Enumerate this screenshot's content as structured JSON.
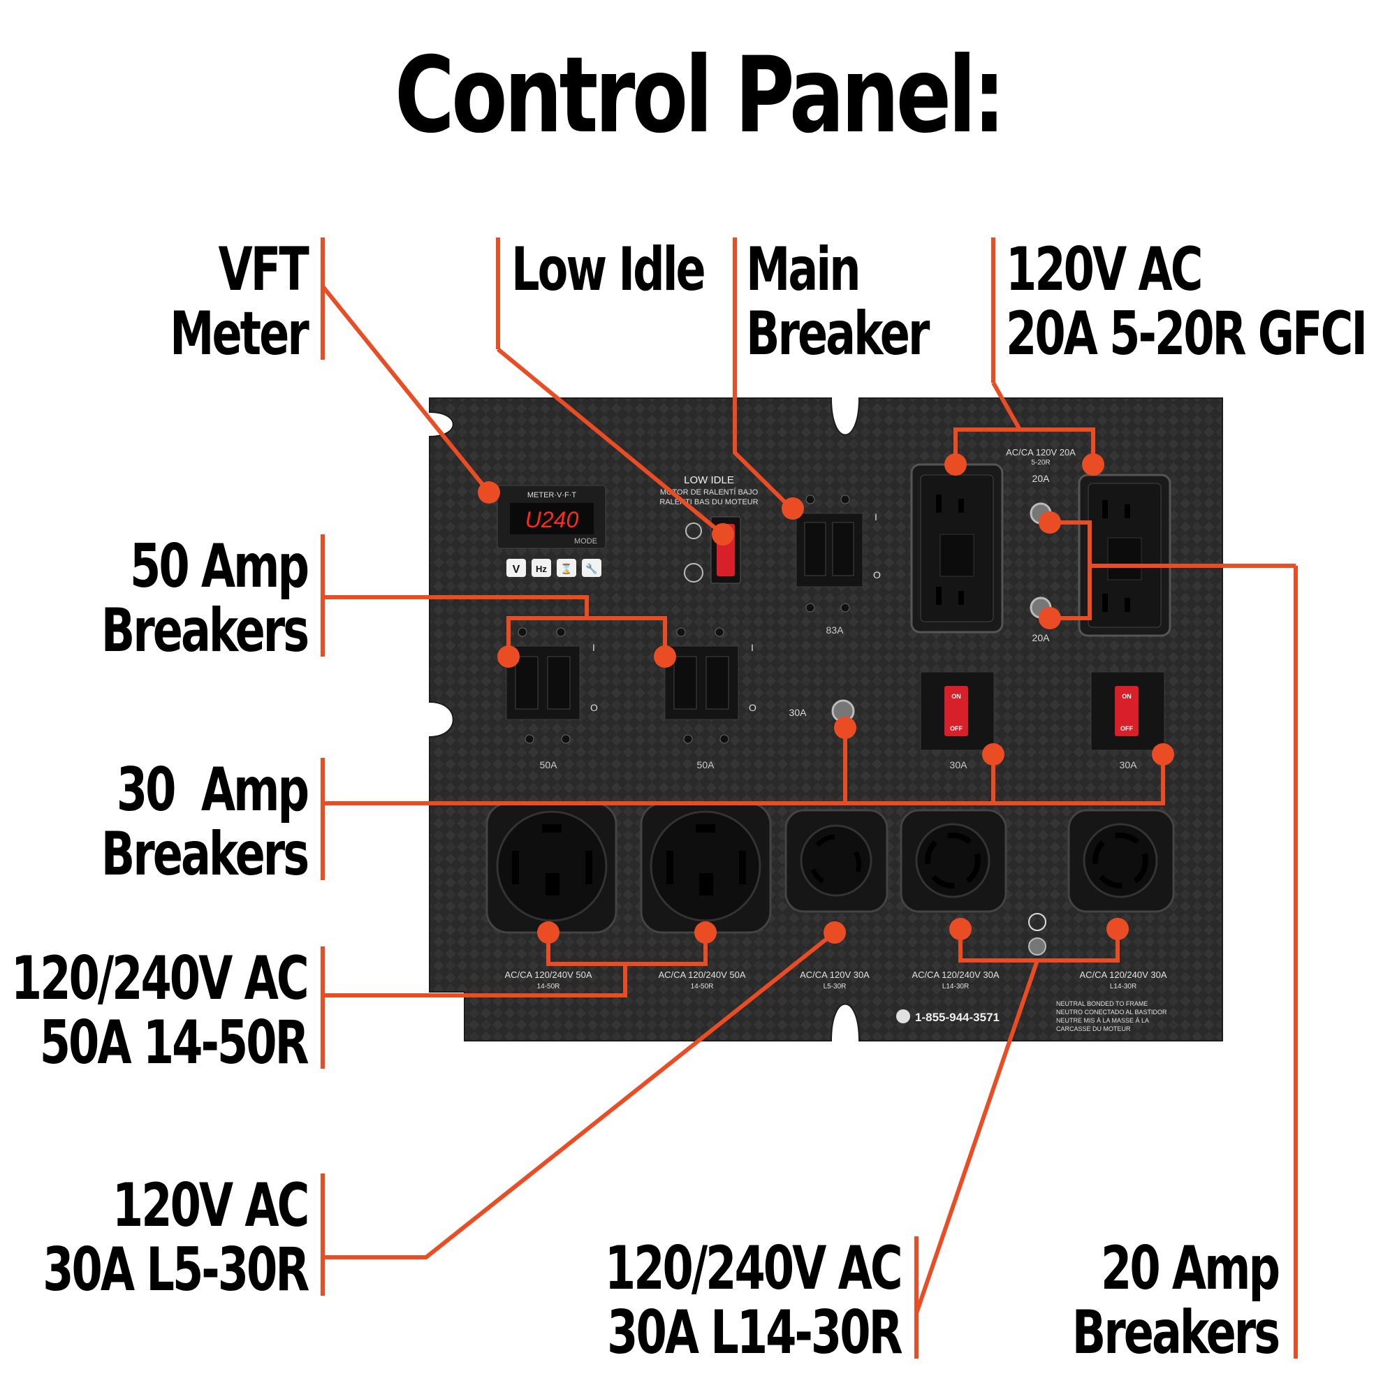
{
  "title": "Control Panel:",
  "callouts": {
    "vft_meter": [
      "VFT",
      "Meter"
    ],
    "low_idle": [
      "Low Idle"
    ],
    "main_breaker": [
      "Main",
      "Breaker"
    ],
    "gfci": [
      "120V AC",
      "20A 5-20R GFCI"
    ],
    "breakers_50": [
      "50 Amp",
      "Breakers"
    ],
    "breakers_30": [
      "30  Amp",
      "Breakers"
    ],
    "outlet_14_50": [
      "120/240V AC",
      "50A 14-50R"
    ],
    "outlet_l5_30": [
      "120V AC",
      "30A L5-30R"
    ],
    "outlet_l14_30": [
      "120/240V AC",
      "30A L14-30R"
    ],
    "breakers_20": [
      "20 Amp",
      "Breakers"
    ]
  },
  "panel": {
    "meter_label": "METER·V·F·T",
    "meter_reading": "U240",
    "meter_mode": "MODE",
    "meter_buttons": [
      "V",
      "Hz",
      "⌛",
      "🔧"
    ],
    "low_idle_label": [
      "LOW IDLE",
      "MOTOR DE RALENTÍ BAJO",
      "RALENTI BAS DU MOTEUR"
    ],
    "main_breaker_rating": "83A",
    "gfci_label": [
      "AC/CA 120V 20A",
      "5-20R"
    ],
    "breaker_20_top": "20A",
    "breaker_20_bottom": "20A",
    "breaker_50_left": "50A",
    "breaker_50_right": "50A",
    "breaker_30_push": "30A",
    "rocker_30_left": "30A",
    "rocker_30_right": "30A",
    "rocker_on": "ON",
    "rocker_off": "OFF",
    "on_mark": "I",
    "off_mark": "O",
    "outlet_labels": [
      [
        "AC/CA 120/240V 50A",
        "14-50R"
      ],
      [
        "AC/CA 120/240V 50A",
        "14-50R"
      ],
      [
        "AC/CA 120V 30A",
        "L5-30R"
      ],
      [
        "AC/CA 120/240V 30A",
        "L14-30R"
      ],
      [
        "AC/CA 120/240V 30A",
        "L14-30R"
      ]
    ],
    "phone": "1-855-944-3571",
    "neutral_notice": [
      "NEUTRAL BONDED TO FRAME",
      "NEUTRO CONECTADO AL BASTIDOR",
      "NEUTRE MIS À LA MASSE À LA",
      "CARCASSE DU MOTEUR"
    ]
  },
  "colors": {
    "accent": "#ea4c23",
    "panel": "#2b2b2b",
    "rocker_red": "#d8202a",
    "display_red": "#ff2a1f"
  }
}
